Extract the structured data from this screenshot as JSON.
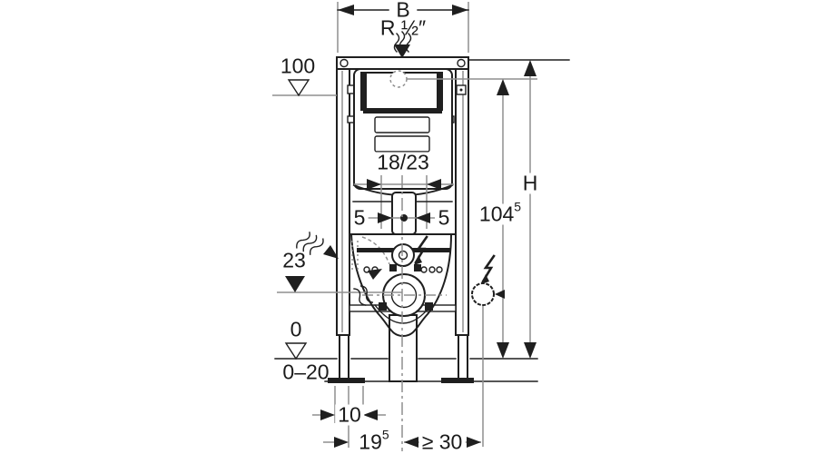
{
  "diagram": {
    "type": "technical-installation-drawing",
    "subject": "Wall-mounted WC concealed-cistern frame element, front view, dimensions in cm",
    "colors": {
      "ink": "#1f1f1f",
      "dim_line": "#8f8f8f",
      "background": "#ffffff"
    },
    "labels": {
      "frame_width": "B",
      "water_supply": "R ½″",
      "level_top": "100",
      "cistern_dim": "18/23",
      "adjust_left": "5",
      "adjust_right": "5",
      "outlet_level": "23",
      "total_height": "H",
      "frame_height": {
        "value": "104",
        "sup": "5"
      },
      "floor_level": "0",
      "floor_buildup": "0–20",
      "foot_width": "10",
      "outlet_offset": {
        "value": "19",
        "sup": "5"
      },
      "socket_distance": "≥ 30"
    },
    "icons": [
      "water-supply-squiggle-arrow",
      "insulation-squiggle-arrow-left",
      "insulation-squiggle-arrow-inner",
      "power-bolt-inner",
      "power-bolt-right",
      "socket-position-dashed-circle",
      "water-connection-dashed-circle"
    ]
  }
}
